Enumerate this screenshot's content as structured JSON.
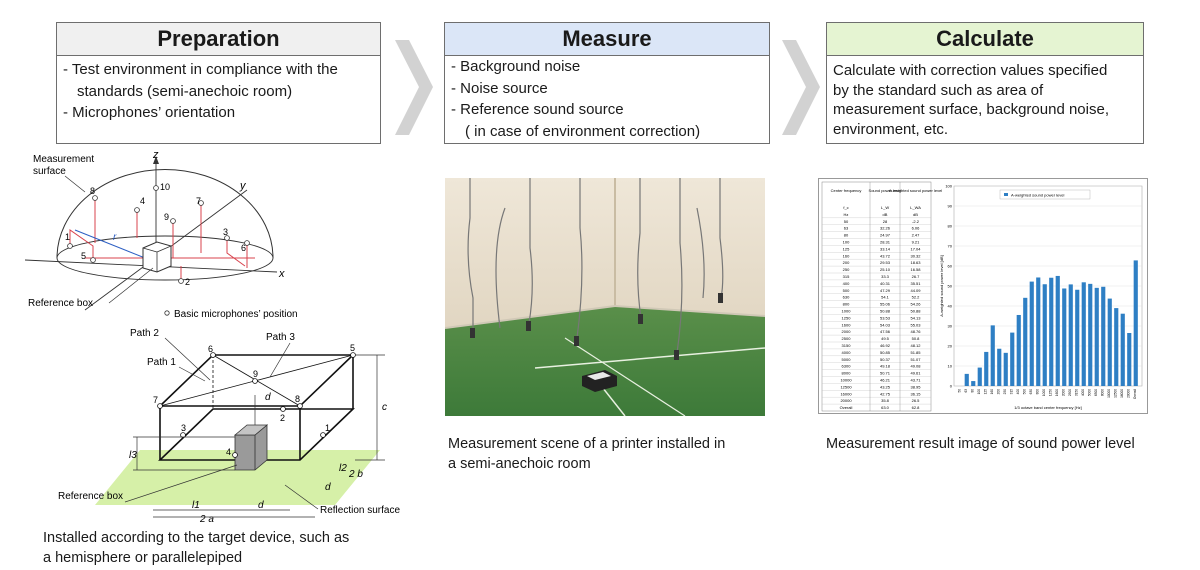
{
  "preparation": {
    "title": "Preparation",
    "lines": [
      "- Test environment in compliance with the",
      "standards (semi-anechoic room)",
      "- Microphones’ orientation"
    ],
    "header_color": "#f0f0f0"
  },
  "measure": {
    "title": "Measure",
    "lines": [
      "- Background noise",
      "- Noise source",
      "- Reference sound source",
      "( in case of environment correction)"
    ],
    "header_color": "#dbe6f7"
  },
  "calculate": {
    "title": "Calculate",
    "lines": [
      "Calculate with correction values specified",
      "by the standard such as area of",
      "measurement surface, background noise,",
      "environment, etc."
    ],
    "header_color": "#e5f4d2"
  },
  "hemisphere": {
    "measurement_surface_1": "Measurement",
    "measurement_surface_2": "surface",
    "axis_z": "z",
    "axis_y": "y",
    "axis_x": "x",
    "r_label": "r",
    "mic_labels": [
      "1",
      "2",
      "3",
      "4",
      "5",
      "6",
      "7",
      "8",
      "9",
      "10"
    ],
    "reference_box": "Reference box",
    "legend": "Basic microphones’ position"
  },
  "box_diagram": {
    "path1": "Path 1",
    "path2": "Path 2",
    "path3": "Path 3",
    "points": [
      "1",
      "2",
      "3",
      "4",
      "5",
      "6",
      "7",
      "8",
      "9"
    ],
    "d": "d",
    "c": "c",
    "l1": "l1",
    "l2": "l2",
    "l3": "l3",
    "b2": "2 b",
    "a2": "2 a",
    "reference_box": "Reference box",
    "reflection_surface": "Reflection surface"
  },
  "captions": {
    "left_1": "Installed according to the target device, such as",
    "left_2": "a hemisphere or parallelepiped",
    "middle_1": "Measurement scene of a printer installed in",
    "middle_2": "a semi-anechoic room",
    "right": "Measurement result image of sound power level"
  },
  "result_image": {
    "table_headers": [
      "Center frequency",
      "Sound power level",
      "A-weighted sound power level"
    ],
    "table_sub1": [
      "f_c",
      "L_W",
      "L_WA"
    ],
    "table_sub2": [
      "Hz",
      "dB",
      "dB"
    ],
    "rows": [
      [
        "50",
        "28",
        "-2.2"
      ],
      [
        "63",
        "32.26",
        "6.06"
      ],
      [
        "80",
        "24.97",
        "2.47"
      ],
      [
        "100",
        "28.31",
        "9.21"
      ],
      [
        "125",
        "33.14",
        "17.04"
      ],
      [
        "160",
        "43.72",
        "30.32"
      ],
      [
        "200",
        "29.53",
        "18.63"
      ],
      [
        "250",
        "25.10",
        "16.58"
      ],
      [
        "315",
        "33.3",
        "26.7"
      ],
      [
        "400",
        "40.31",
        "35.51"
      ],
      [
        "500",
        "47.29",
        "44.09"
      ],
      [
        "630",
        "54.1",
        "52.2"
      ],
      [
        "800",
        "55.06",
        "54.26"
      ],
      [
        "1000",
        "50.88",
        "50.88"
      ],
      [
        "1250",
        "53.53",
        "54.13"
      ],
      [
        "1600",
        "54.03",
        "55.03"
      ],
      [
        "2000",
        "47.56",
        "48.76"
      ],
      [
        "2500",
        "49.5",
        "50.8"
      ],
      [
        "3150",
        "46.92",
        "48.12"
      ],
      [
        "4000",
        "50.85",
        "51.85"
      ],
      [
        "5000",
        "50.37",
        "51.07"
      ],
      [
        "6300",
        "49.18",
        "49.08"
      ],
      [
        "8000",
        "50.71",
        "49.61"
      ],
      [
        "10000",
        "46.21",
        "43.71"
      ],
      [
        "12500",
        "43.25",
        "38.95"
      ],
      [
        "16000",
        "42.75",
        "36.15"
      ],
      [
        "20000",
        "35.8",
        "26.5"
      ],
      [
        "Overall",
        "63.0",
        "62.8"
      ]
    ],
    "legend": "A-weighted sound power level",
    "ylabel": "A-weighted sound power level [dB]",
    "xlabel": "1/3 octave band center frequency [Hz]",
    "yticks": [
      "100",
      "90",
      "80",
      "70",
      "60",
      "50",
      "40",
      "30",
      "20",
      "10",
      "0"
    ],
    "bar_color": "#2e7fc4"
  }
}
